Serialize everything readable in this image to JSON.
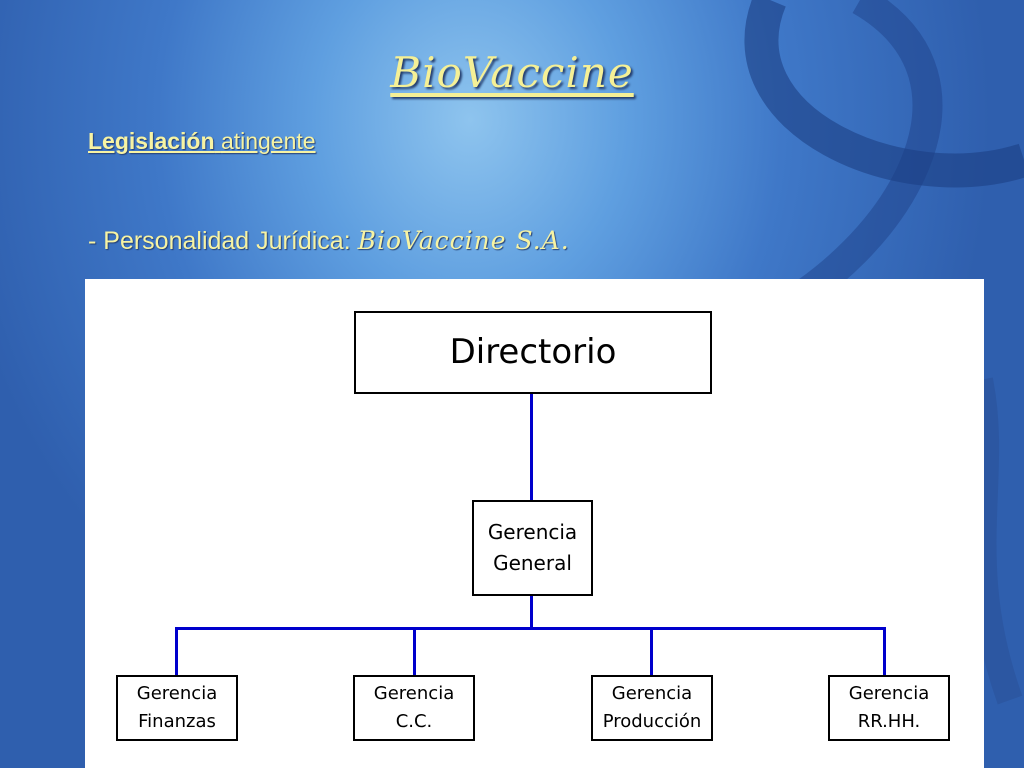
{
  "slide": {
    "title": "BioVaccine",
    "subtitle_bold": "Legislación",
    "subtitle_regular": "atingente",
    "legal_label": "- Personalidad Jurídica:",
    "legal_entity": "BioVaccine S.A."
  },
  "org_chart": {
    "top": "Directorio",
    "middle": [
      "Gerencia",
      "General"
    ],
    "departments": [
      [
        "Gerencia",
        "Finanzas"
      ],
      [
        "Gerencia",
        "C.C."
      ],
      [
        "Gerencia",
        "Producción"
      ],
      [
        "Gerencia",
        "RR.HH."
      ]
    ]
  },
  "colors": {
    "connector": "#0000cc",
    "text_highlight": "#f7f3a3"
  }
}
